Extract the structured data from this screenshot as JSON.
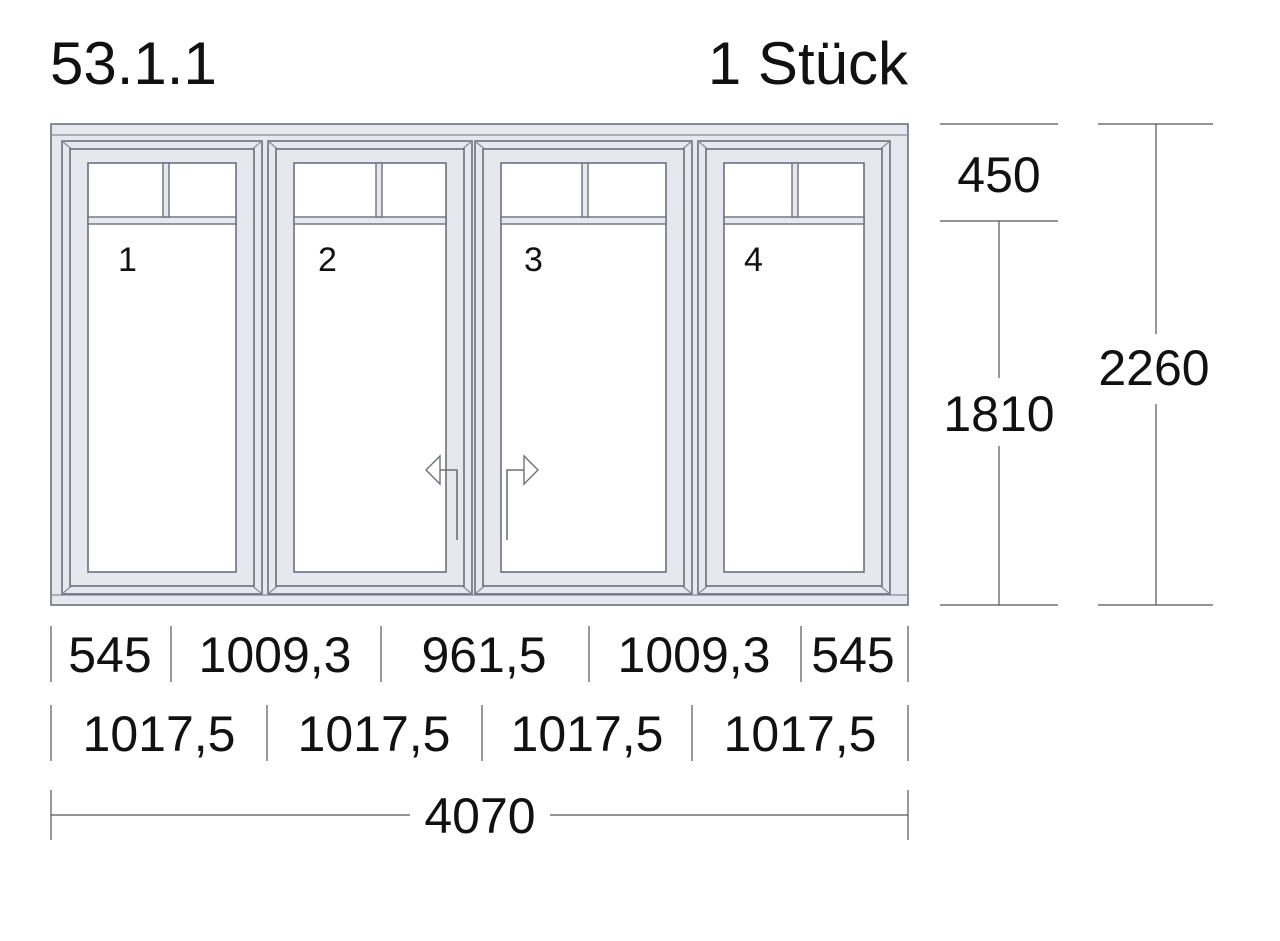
{
  "header": {
    "position_number": "53.1.1",
    "quantity": "1 Stück"
  },
  "panes": [
    {
      "label": "1"
    },
    {
      "label": "2"
    },
    {
      "label": "3"
    },
    {
      "label": "4"
    }
  ],
  "dimensions": {
    "vertical_parts": [
      "450",
      "1810"
    ],
    "vertical_total": "2260",
    "row1": [
      "545",
      "1009,3",
      "961,5",
      "1009,3",
      "545"
    ],
    "row2": [
      "1017,5",
      "1017,5",
      "1017,5",
      "1017,5"
    ],
    "total_width": "4070"
  },
  "colors": {
    "frame_fill": "#e7e7ef",
    "frame_stroke": "#6f6f7c",
    "dimension_line": "#555555"
  }
}
